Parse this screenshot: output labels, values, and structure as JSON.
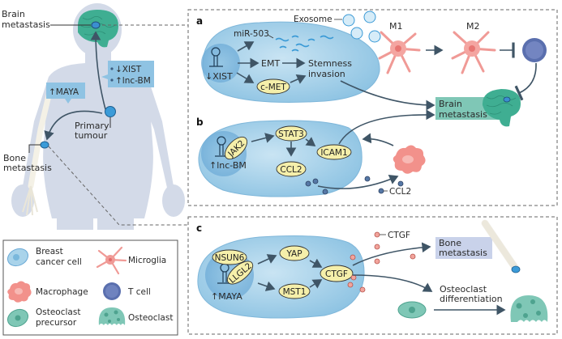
{
  "body_figure": {
    "brain_label": [
      "Brain",
      "metastasis"
    ],
    "bone_label": [
      "Bone",
      "metastasis"
    ],
    "primary_label": [
      "Primary",
      "tumour"
    ],
    "xist_box": [
      "↓XIST",
      "↑lnc-BM"
    ],
    "maya_box": "↑MAYA"
  },
  "legend": {
    "items": [
      {
        "icon": "breast-cancer-cell-icon",
        "label": [
          "Breast",
          "cancer cell"
        ]
      },
      {
        "icon": "microglia-icon",
        "label": [
          "Microglia"
        ]
      },
      {
        "icon": "macrophage-icon",
        "label": [
          "Macrophage"
        ]
      },
      {
        "icon": "t-cell-icon",
        "label": [
          "T cell"
        ]
      },
      {
        "icon": "osteoclast-precursor-icon",
        "label": [
          "Osteoclast",
          "precursor"
        ]
      },
      {
        "icon": "osteoclast-icon",
        "label": [
          "Osteoclast"
        ]
      }
    ]
  },
  "panel_a": {
    "letter": "a",
    "exosome": "Exosome",
    "mir": "miR-503",
    "emt": "EMT",
    "stemness": [
      "Stemness",
      "invasion"
    ],
    "xist": "↓XIST",
    "cmet": "c-MET",
    "m1": "M1",
    "m2": "M2",
    "brain_met": [
      "Brain",
      "metastasis"
    ]
  },
  "panel_b": {
    "letter": "b",
    "jak2": "JAK2",
    "lnc": "↑lnc-BM",
    "stat3": "STAT3",
    "icam1": "ICAM1",
    "ccl2": "CCL2",
    "ccl2_legend": "CCL2"
  },
  "panel_c": {
    "letter": "c",
    "nsun6": "NSUN6",
    "llgl2": "LLGL2",
    "maya": "↑MAYA",
    "yap": "YAP",
    "mst1": "MST1",
    "ctgf": "CTGF",
    "ctgf_legend": "CTGF",
    "bone_met": [
      "Bone",
      "metastasis"
    ],
    "osteoclast_diff": [
      "Osteoclast",
      "differentiation"
    ]
  },
  "colors": {
    "cell_fill": "#a9d3ea",
    "nucleus": "#7ab8dc",
    "teal": "#7fc4b3",
    "body": "#d3dae8",
    "microglia": "#f09a96",
    "tcell": "#5a6fae",
    "label_box_blue": "#8fc3e3",
    "label_box_teal": "#7fc7b6",
    "label_box_lav": "#c9d2ea"
  }
}
